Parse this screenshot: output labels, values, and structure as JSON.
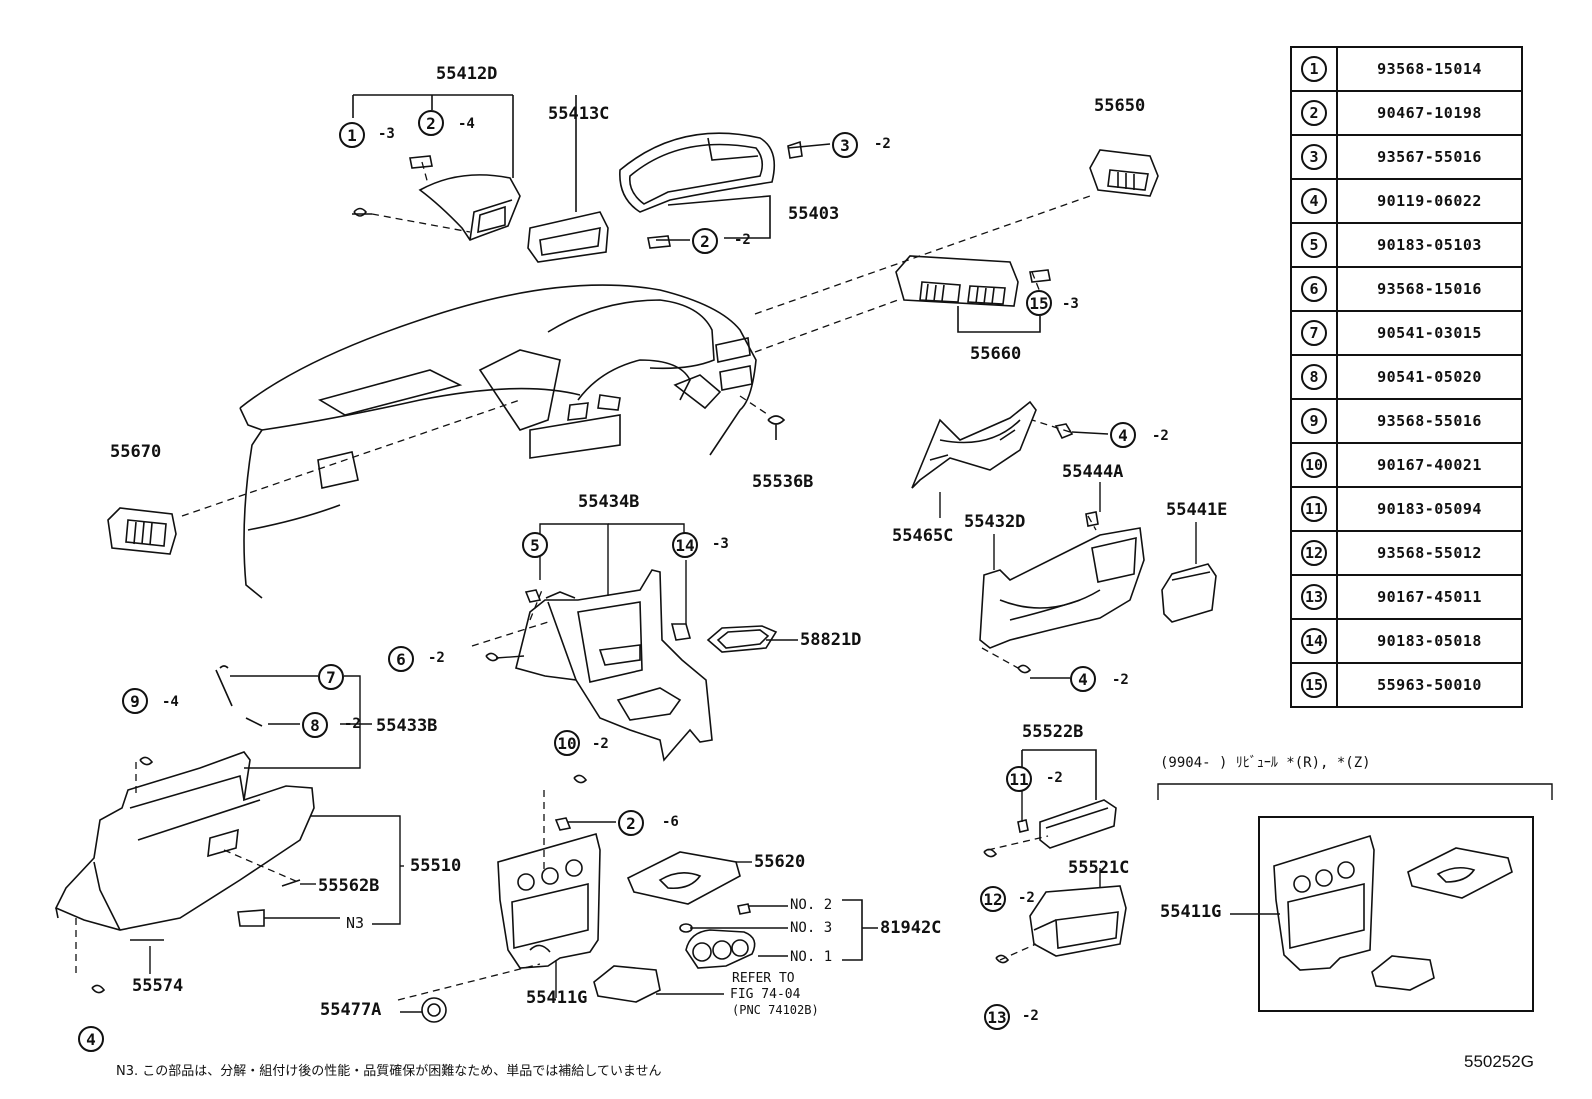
{
  "labels": {
    "p55412D": "55412D",
    "p55413C": "55413C",
    "p55403": "55403",
    "p55650": "55650",
    "p55660": "55660",
    "p55670": "55670",
    "p55536B": "55536B",
    "p55434B": "55434B",
    "p55465C": "55465C",
    "p55432D": "55432D",
    "p55444A": "55444A",
    "p55441E": "55441E",
    "p58821D": "58821D",
    "p55433B": "55433B",
    "p55510": "55510",
    "p55562B": "55562B",
    "n3": "N3",
    "p55574": "55574",
    "p55477A": "55477A",
    "p55411G": "55411G",
    "p55620": "55620",
    "p81942C": "81942C",
    "no2": "NO. 2",
    "no3": "NO. 3",
    "no1": "NO. 1",
    "refer1": "REFER TO",
    "refer2": "FIG 74-04",
    "refer3": "(PNC 74102B)",
    "p55522B": "55522B",
    "p55521C": "55521C",
    "p55411G_inset": "55411G"
  },
  "callouts": [
    {
      "id": "c1a",
      "n": "1",
      "qty": "3"
    },
    {
      "id": "c2a",
      "n": "2",
      "qty": "4"
    },
    {
      "id": "c3a",
      "n": "3",
      "qty": "2"
    },
    {
      "id": "c2b",
      "n": "2",
      "qty": "2"
    },
    {
      "id": "c15",
      "n": "15",
      "qty": "3"
    },
    {
      "id": "c4a",
      "n": "4",
      "qty": "2"
    },
    {
      "id": "c5",
      "n": "5",
      "qty": ""
    },
    {
      "id": "c14",
      "n": "14",
      "qty": "3"
    },
    {
      "id": "c6",
      "n": "6",
      "qty": "2"
    },
    {
      "id": "c4b",
      "n": "4",
      "qty": "2"
    },
    {
      "id": "c7",
      "n": "7",
      "qty": ""
    },
    {
      "id": "c9",
      "n": "9",
      "qty": "4"
    },
    {
      "id": "c8",
      "n": "8",
      "qty": "2"
    },
    {
      "id": "c10",
      "n": "10",
      "qty": "2"
    },
    {
      "id": "c2c",
      "n": "2",
      "qty": "6"
    },
    {
      "id": "c11",
      "n": "11",
      "qty": "2"
    },
    {
      "id": "c12",
      "n": "12",
      "qty": "2"
    },
    {
      "id": "c13",
      "n": "13",
      "qty": "2"
    },
    {
      "id": "c4c",
      "n": "4",
      "qty": ""
    }
  ],
  "parts_table": [
    {
      "n": "1",
      "pn": "93568-15014"
    },
    {
      "n": "2",
      "pn": "90467-10198"
    },
    {
      "n": "3",
      "pn": "93567-55016"
    },
    {
      "n": "4",
      "pn": "90119-06022"
    },
    {
      "n": "5",
      "pn": "90183-05103"
    },
    {
      "n": "6",
      "pn": "93568-15016"
    },
    {
      "n": "7",
      "pn": "90541-03015"
    },
    {
      "n": "8",
      "pn": "90541-05020"
    },
    {
      "n": "9",
      "pn": "93568-55016"
    },
    {
      "n": "10",
      "pn": "90167-40021"
    },
    {
      "n": "11",
      "pn": "90183-05094"
    },
    {
      "n": "12",
      "pn": "93568-55012"
    },
    {
      "n": "13",
      "pn": "90167-45011"
    },
    {
      "n": "14",
      "pn": "90183-05018"
    },
    {
      "n": "15",
      "pn": "55963-50010"
    }
  ],
  "inset_header": "(9904-      ) ﾘﾋﾞｭｰﾙ *(R), *(Z)",
  "footnote": "N3. この部品は、分解・組付け後の性能・品質確保が困難なため、単品では補給していません",
  "drawing_number": "550252G"
}
